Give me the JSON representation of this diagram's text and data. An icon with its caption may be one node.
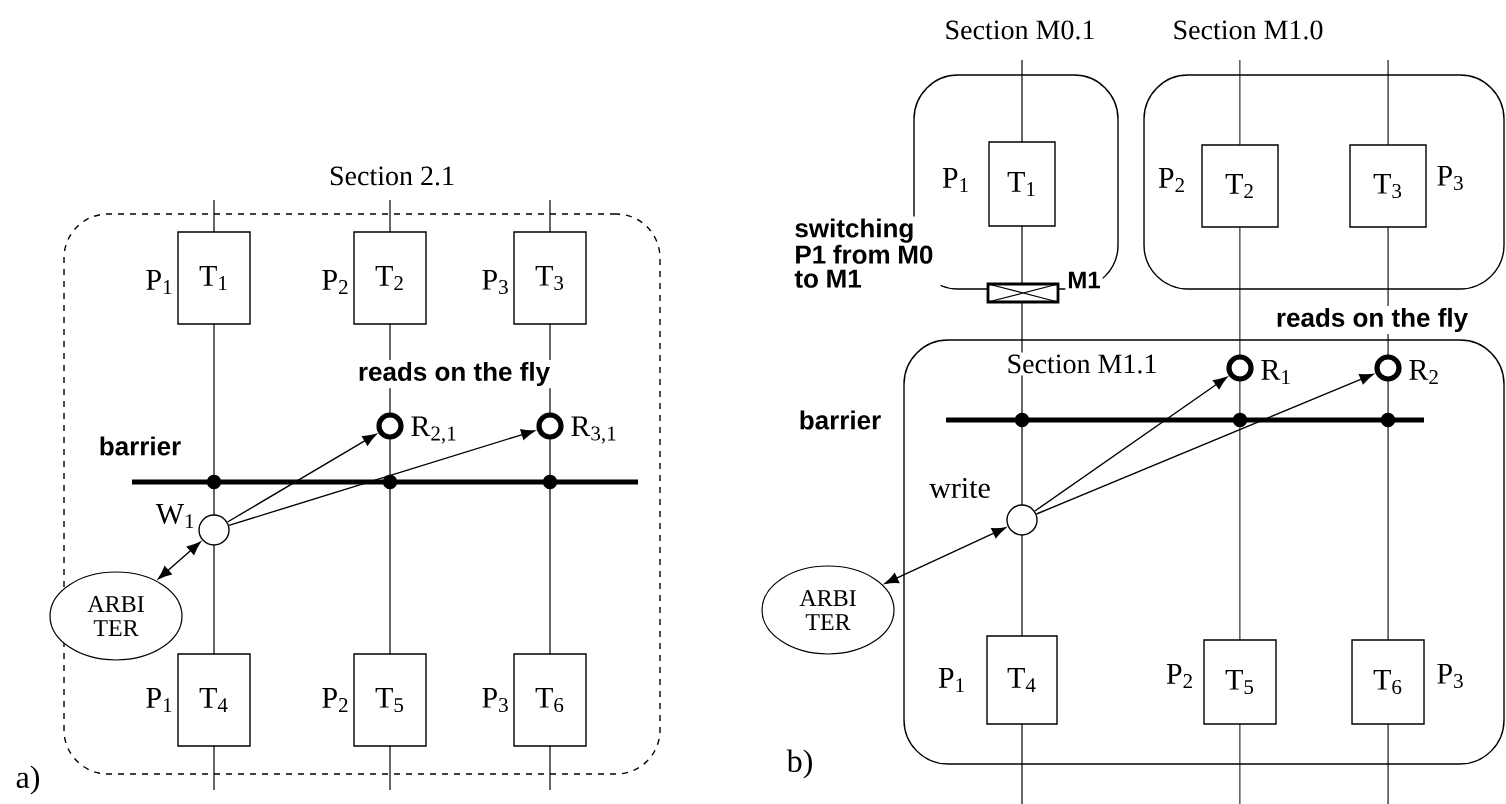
{
  "diagram": {
    "nodes": [
      {
        "text": [
          "Section 2.1"
        ]
      },
      {
        "text": [
          "T$_{1}$"
        ],
        "beside": [
          "P$_{1}$"
        ],
        "in": 0
      },
      {
        "text": [
          "T$_{2}$"
        ],
        "beside": [
          "P$_{2}$"
        ],
        "in": 0
      },
      {
        "text": [
          "T$_{3}$"
        ],
        "beside": [
          "P$_{3}$"
        ],
        "in": 0
      },
      {
        "text": [],
        "shape": "circle",
        "beside": [
          "R$_{2,1}$"
        ],
        "in": 0
      },
      {
        "text": [],
        "shape": "circle",
        "beside": [
          "R$_{3,1}$"
        ],
        "in": 0
      },
      {
        "text": [],
        "shape": "circle",
        "beside": [
          "W$_{1}$"
        ],
        "in": 0
      },
      {
        "text": [
          "ARBI TER"
        ]
      },
      {
        "text": [
          "T$_{4}$"
        ],
        "beside": [
          "P$_{1}$"
        ],
        "in": 0
      },
      {
        "text": [
          "T$_{5}$"
        ],
        "beside": [
          "P$_{2}$"
        ],
        "in": 0
      },
      {
        "text": [
          "T$_{6}$"
        ],
        "beside": [
          "P$_{3}$"
        ],
        "in": 0
      },
      {
        "text": [
          "Section M0.1"
        ]
      },
      {
        "text": [
          "T$_{1}$"
        ],
        "beside": [
          "P$_{1}$"
        ],
        "in": 11
      },
      {
        "text": [
          "Section M1.0"
        ]
      },
      {
        "text": [
          "T$_{2}$"
        ],
        "beside": [
          "P$_{2}$"
        ],
        "in": 13
      },
      {
        "text": [
          "T$_{3}$"
        ],
        "beside": [
          "P$_{3}$"
        ],
        "in": 13
      },
      {
        "text": [
          "Section M1.1"
        ]
      },
      {
        "text": [],
        "shape": "circle",
        "beside": [
          "R$_{1}$"
        ],
        "in": 16
      },
      {
        "text": [],
        "shape": "circle",
        "beside": [
          "R$_{2}$"
        ],
        "in": 16
      },
      {
        "text": [],
        "shape": "circle",
        "beside": [
          "write"
        ],
        "in": 16
      },
      {
        "text": [
          "ARBI TER"
        ]
      },
      {
        "text": [
          "T$_{4}$"
        ],
        "beside": [
          "P$_{1}$"
        ],
        "in": 16
      },
      {
        "text": [
          "T$_{5}$"
        ],
        "beside": [
          "P$_{2}$"
        ],
        "in": 16
      },
      {
        "text": [
          "T$_{6}$"
        ],
        "beside": [
          "P$_{3}$"
        ],
        "in": 16
      }
    ],
    "edges": [
      {
        "from": 6,
        "to": 4,
        "arrow": "to"
      },
      {
        "from": 6,
        "to": 5,
        "arrow": "to"
      },
      {
        "from": 6,
        "to": 7,
        "arrow": "both"
      },
      {
        "from": 19,
        "to": 17,
        "arrow": "to"
      },
      {
        "from": 19,
        "to": 18,
        "arrow": "to"
      },
      {
        "from": 19,
        "to": 20,
        "arrow": "both"
      }
    ],
    "labels": [
      "reads on the fly",
      "barrier",
      "a)",
      "switching P1 from M0 to M1",
      "M1",
      "reads on the fly",
      "barrier",
      "b)"
    ]
  }
}
